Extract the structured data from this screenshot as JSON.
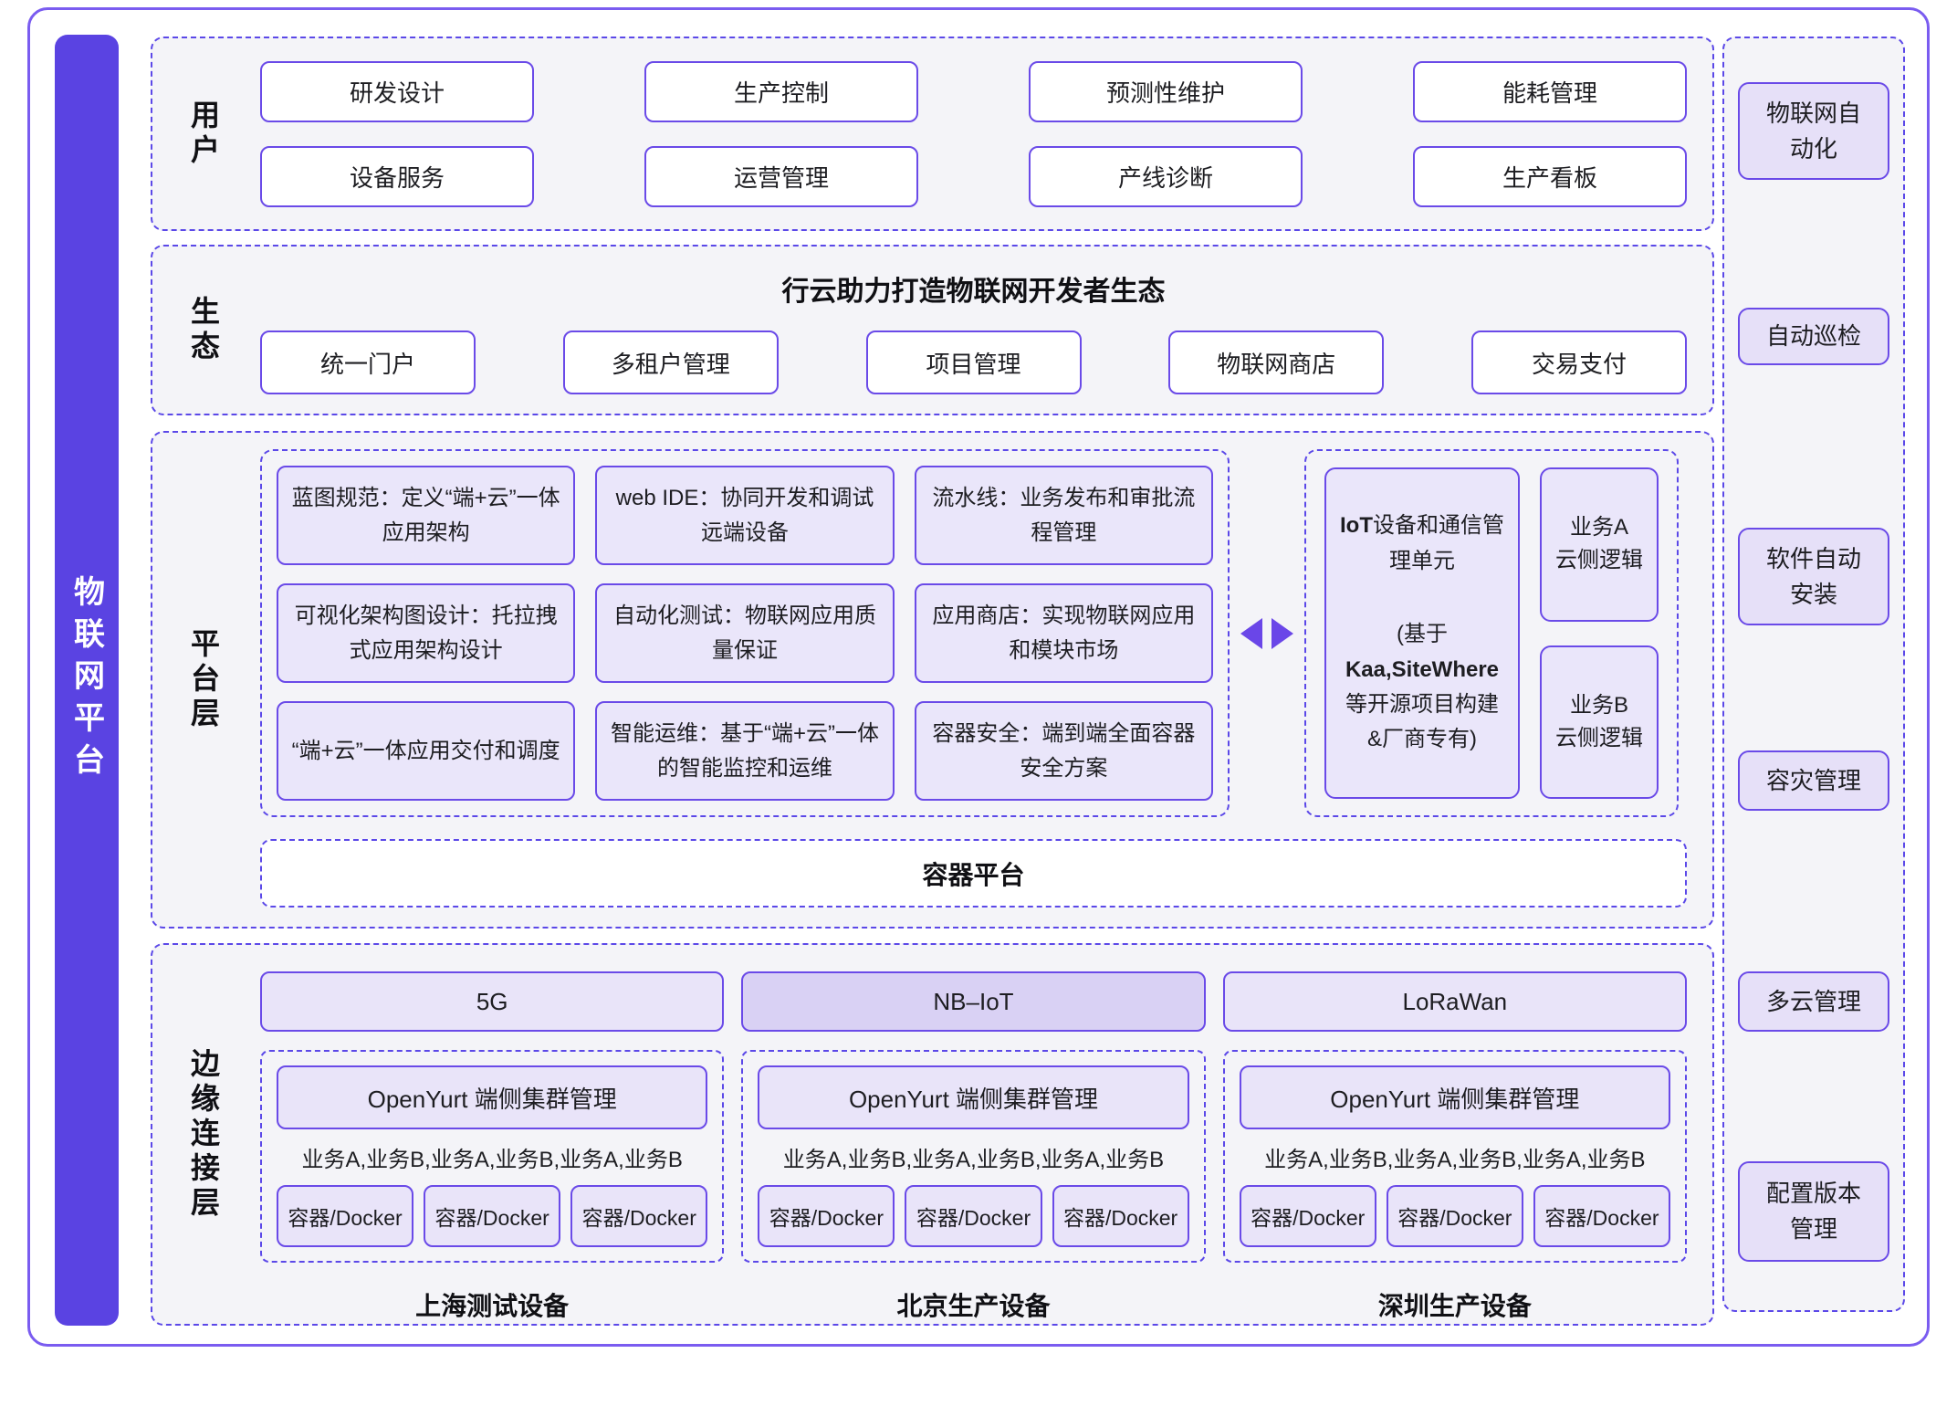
{
  "left_bar": {
    "title": "物联网平台"
  },
  "user_section": {
    "label": "用户",
    "buttons": [
      "研发设计",
      "生产控制",
      "预测性维护",
      "能耗管理",
      "设备服务",
      "运营管理",
      "产线诊断",
      "生产看板"
    ]
  },
  "eco_section": {
    "label": "生态",
    "title": "行云助力打造物联网开发者生态",
    "buttons": [
      "统一门户",
      "多租户管理",
      "项目管理",
      "物联网商店",
      "交易支付"
    ]
  },
  "platform_section": {
    "label": "平台层",
    "cells": [
      "蓝图规范：定义“端+云”一体应用架构",
      "web IDE：协同开发和调试远端设备",
      "流水线：业务发布和审批流程管理",
      "可视化架构图设计：托拉拽式应用架构设计",
      "自动化测试：物联网应用质量保证",
      "应用商店：实现物联网应用和模块市场",
      "“端+云”一体应用交付和调度",
      "智能运维：基于“端+云”一体的智能监控和运维",
      "容器安全：端到端全面容器安全方案"
    ],
    "iot_unit": {
      "title_bold": "IoT",
      "title_rest": "设备和通信管理单元",
      "sub_prefix": "(基于 ",
      "sub_bold": "Kaa,SiteWhere",
      "sub_suffix": " 等开源项目构建&厂商专有)"
    },
    "side_boxes": [
      {
        "line1": "业务A",
        "line2": "云侧逻辑"
      },
      {
        "line1": "业务B",
        "line2": "云侧逻辑"
      }
    ],
    "container_platform": "容器平台"
  },
  "edge_section": {
    "label": "边缘连接层",
    "groups": [
      {
        "network": "5G",
        "cluster": "OpenYurt 端侧集群管理",
        "services": "业务A,业务B,业务A,业务B,业务A,业务B",
        "containers": [
          "容器/Docker",
          "容器/Docker",
          "容器/Docker"
        ],
        "device": "上海测试设备"
      },
      {
        "network": "NB–IoT",
        "cluster": "OpenYurt 端侧集群管理",
        "services": "业务A,业务B,业务A,业务B,业务A,业务B",
        "containers": [
          "容器/Docker",
          "容器/Docker",
          "容器/Docker"
        ],
        "device": "北京生产设备"
      },
      {
        "network": "LoRaWan",
        "cluster": "OpenYurt 端侧集群管理",
        "services": "业务A,业务B,业务A,业务B,业务A,业务B",
        "containers": [
          "容器/Docker",
          "容器/Docker",
          "容器/Docker"
        ],
        "device": "深圳生产设备"
      }
    ]
  },
  "sidebar": {
    "items": [
      "物联网自动化",
      "自动巡检",
      "软件自动安装",
      "容灾管理",
      "多云管理",
      "配置版本管理"
    ]
  },
  "colors": {
    "accent_border": "#6a4ae8",
    "dashed_border": "#5b48e8",
    "frame_border": "#7a5cf0",
    "left_bar_fill": "#5a43e2",
    "section_bg": "#f4f4f8",
    "cell_fill": "#eae6fa",
    "network_fill": "#e9e4f9",
    "network_fill_active": "#d9d1f4",
    "sidebar_item_fill": "#e6e0f8"
  }
}
